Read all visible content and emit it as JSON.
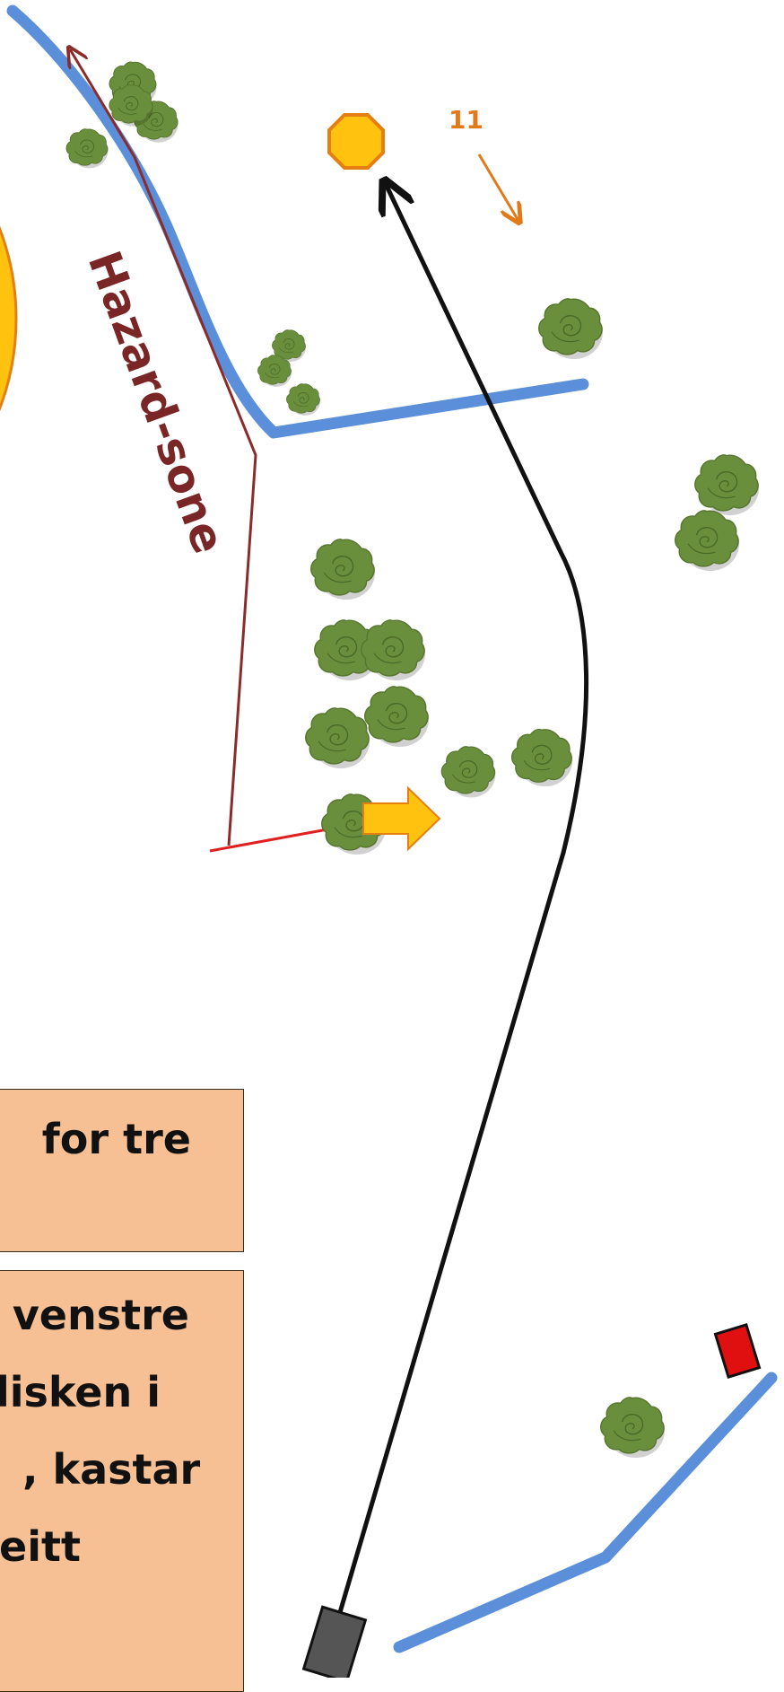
{
  "map": {
    "hole_number": "11",
    "hazard_label": "Hazard-sone",
    "colors": {
      "fairway_edge": "#5b8fd9",
      "flight_path": "#111111",
      "hazard_line": "#8b2c2c",
      "ob_line": "#e02020",
      "basket": "#ffc20e",
      "basket_outline": "#e57f12",
      "tree": "#6a8f3c",
      "tee": "#555555",
      "marker": "#e01010",
      "arrow": "#ffc20e",
      "panel": "#f7c094"
    },
    "icons": {
      "basket": "basket-icon",
      "tree": "tree-icon",
      "tee": "tee-pad-icon",
      "marker": "red-marker-icon",
      "wind": "wind-arrow-icon",
      "direction": "direction-arrow-icon"
    }
  },
  "panels": {
    "top_lines": [
      "for tre",
      ""
    ],
    "bottom_lines": [
      "venstre",
      "lisken i",
      ", kastar",
      "eitt"
    ]
  }
}
